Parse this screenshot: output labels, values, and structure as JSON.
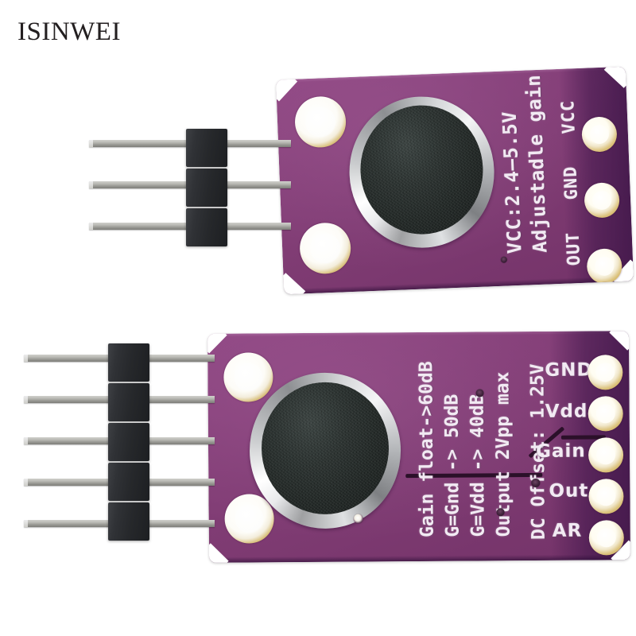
{
  "brand": {
    "name": "ISINWEI"
  },
  "background_color": "#ffffff",
  "colors": {
    "pcb_purple": "#86407a",
    "pcb_purple_dark": "#743369",
    "pad_gold": "#cbab5c",
    "silkscreen_white": "#f2eaf3",
    "mic_face": "#222826",
    "mic_rim_silver": "#d6d8da",
    "header_black": "#26282b",
    "pin_silver": "#b9b9b4",
    "trace_dark": "#2b1029"
  },
  "boards": [
    {
      "id": "top-board",
      "name": "max9814-microphone-amplifier-board-small",
      "silkscreen_lines": [
        "VCC:2.4—5.5V",
        "Adjustadle gain"
      ],
      "pin_labels": [
        "VCC",
        "GND",
        "OUT"
      ],
      "mounting_holes": 2,
      "pads": 3
    },
    {
      "id": "bottom-board",
      "name": "max9814-microphone-amplifier-board-large",
      "silkscreen_lines": [
        "Gain float->60dB",
        "G=Gnd  ->  50dB",
        "G=Vdd  ->  40dB",
        "Output 2Vpp max",
        "DC Offset: 1.25V"
      ],
      "pin_labels": [
        "GND",
        "Vdd",
        "Gain",
        "Out",
        "AR"
      ],
      "mounting_holes": 2,
      "pads": 5
    }
  ],
  "headers": [
    {
      "id": "header-3pin",
      "name": "pin-header-3-position",
      "pins": 3
    },
    {
      "id": "header-5pin",
      "name": "pin-header-5-position",
      "pins": 5
    }
  ]
}
